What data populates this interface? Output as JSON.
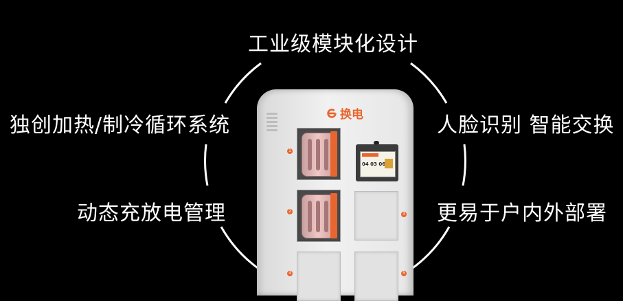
{
  "features": {
    "top": "工业级模块化设计",
    "top_left": "独创加热/制冷循环系统",
    "top_right": "人脸识别 智能交换",
    "bottom_left": "动态充放电管理",
    "bottom_right": "更易于户内外部署"
  },
  "logo": {
    "text": "换电",
    "color": "#e8652f"
  },
  "screen": {
    "code": "04 03 06"
  },
  "bay_numbers": [
    "1",
    "2",
    "3",
    "4",
    "5"
  ],
  "colors": {
    "accent": "#e8652f",
    "background": "#000000",
    "text": "#ffffff",
    "cabinet": "#e6e6e6"
  }
}
